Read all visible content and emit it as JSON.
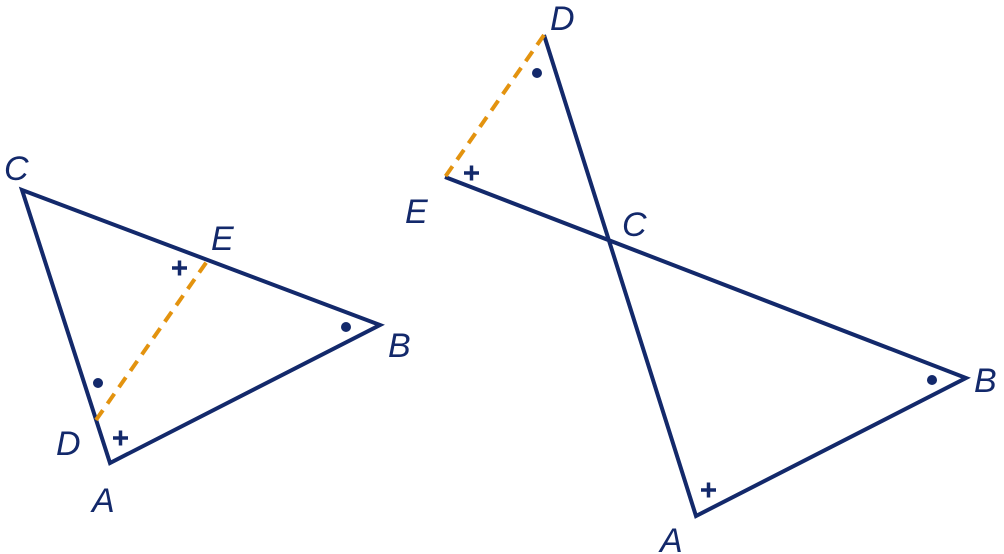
{
  "colors": {
    "line": "#13296b",
    "dashed": "#e3930f"
  },
  "figure_left": {
    "labels": {
      "A": "A",
      "B": "B",
      "C": "C",
      "D": "D",
      "E": "E"
    }
  },
  "figure_right": {
    "labels": {
      "A": "A",
      "B": "B",
      "C": "C",
      "D": "D",
      "E": "E"
    }
  }
}
